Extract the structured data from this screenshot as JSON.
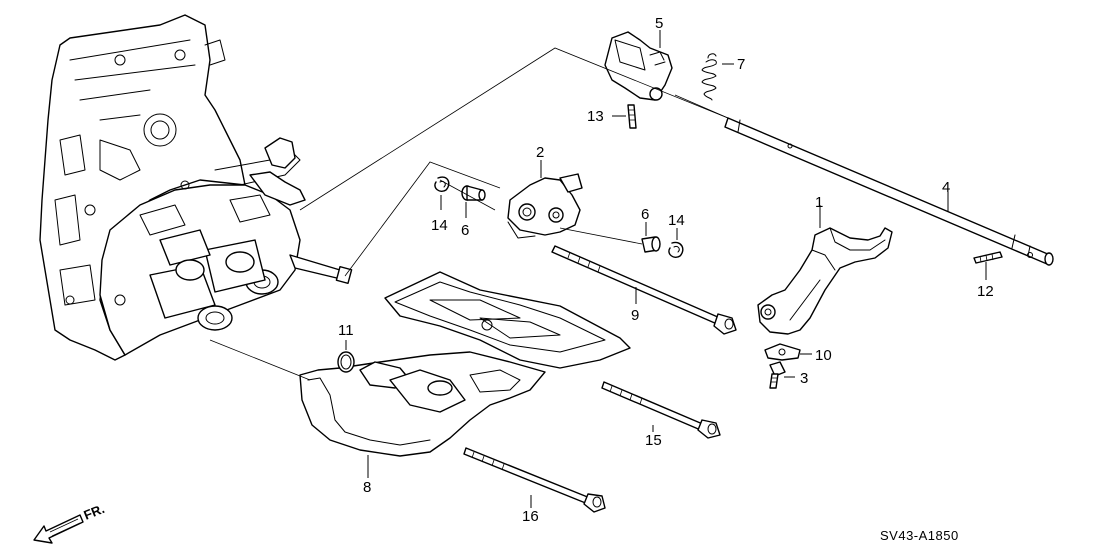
{
  "diagram": {
    "parts": [
      {
        "id": "p1",
        "label": "1"
      },
      {
        "id": "p2",
        "label": "2"
      },
      {
        "id": "p3",
        "label": "3"
      },
      {
        "id": "p4",
        "label": "4"
      },
      {
        "id": "p5",
        "label": "5"
      },
      {
        "id": "p6a",
        "label": "6"
      },
      {
        "id": "p6b",
        "label": "6"
      },
      {
        "id": "p7",
        "label": "7"
      },
      {
        "id": "p8",
        "label": "8"
      },
      {
        "id": "p9",
        "label": "9"
      },
      {
        "id": "p10",
        "label": "10"
      },
      {
        "id": "p11",
        "label": "11"
      },
      {
        "id": "p12",
        "label": "12"
      },
      {
        "id": "p13",
        "label": "13"
      },
      {
        "id": "p14a",
        "label": "14"
      },
      {
        "id": "p14b",
        "label": "14"
      },
      {
        "id": "p15",
        "label": "15"
      },
      {
        "id": "p16",
        "label": "16"
      }
    ],
    "direction_label": "FR.",
    "diagram_code": "SV43-A1850"
  }
}
